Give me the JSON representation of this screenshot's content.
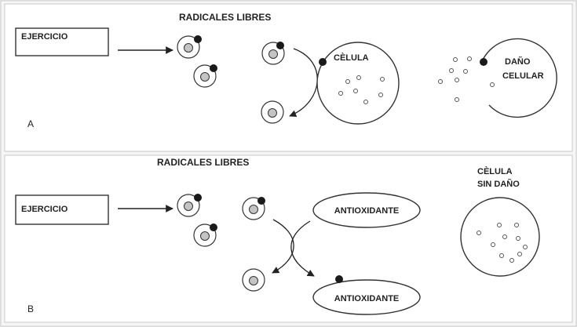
{
  "panel_a": {
    "letter": "A",
    "input_label": "EJERCICIO",
    "title": "RADICALES LIBRES",
    "cell_label": "CÈLULA",
    "damage_label_line1": "DAÑO",
    "damage_label_line2": "CELULAR"
  },
  "panel_b": {
    "letter": "B",
    "input_label": "EJERCICIO",
    "title": "RADICALES LIBRES",
    "antioxidant_top": "ANTIOXIDANTE",
    "antioxidant_bottom": "ANTIOXIDANTE",
    "healthy_label_line1": "CÈLULA",
    "healthy_label_line2": "SIN DAÑO"
  }
}
